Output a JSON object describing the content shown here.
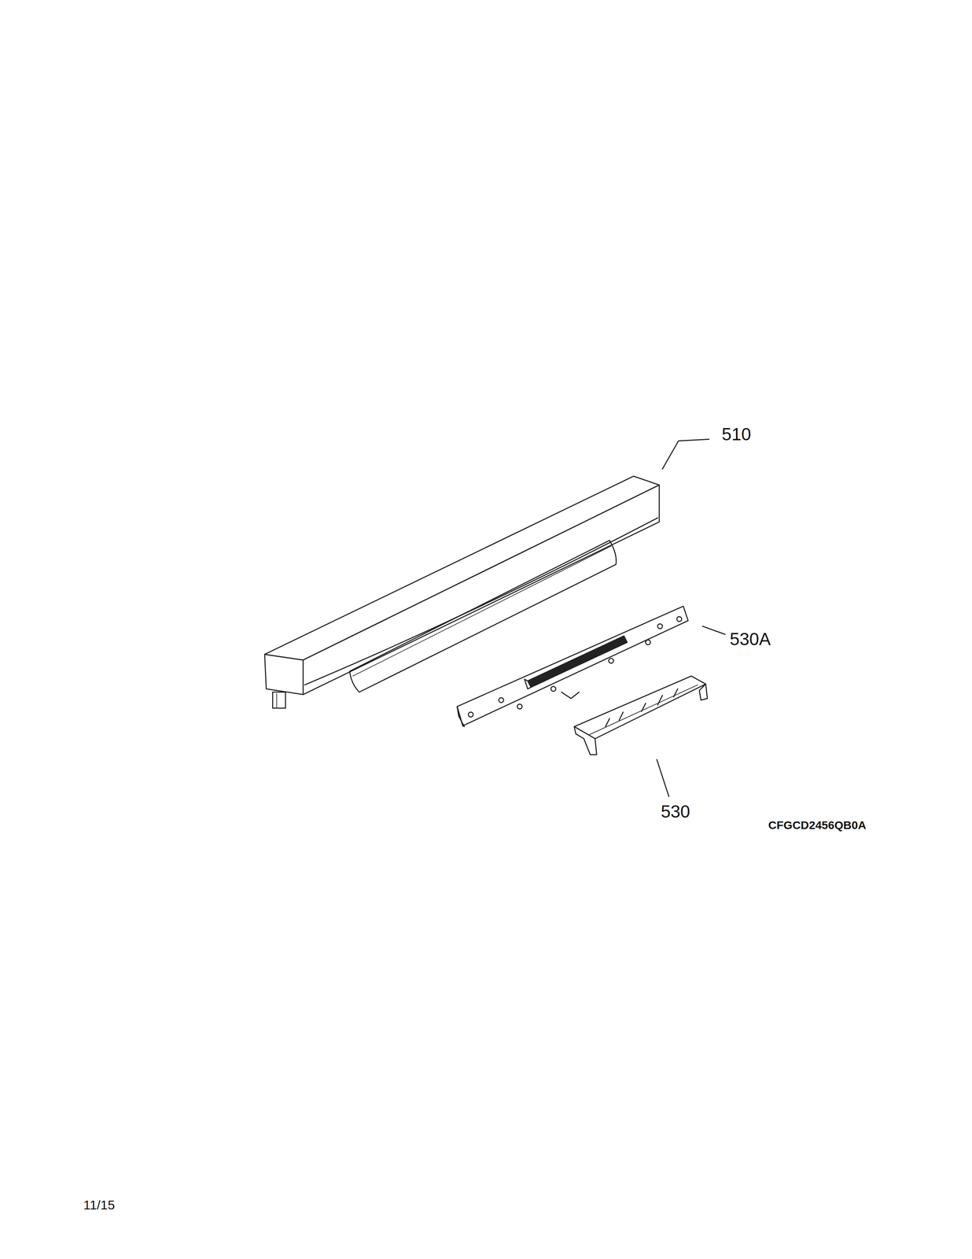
{
  "diagram": {
    "labels": [
      "510",
      "530A",
      "530",
      "CFGCD2456QB0A",
      "11/15"
    ]
  }
}
